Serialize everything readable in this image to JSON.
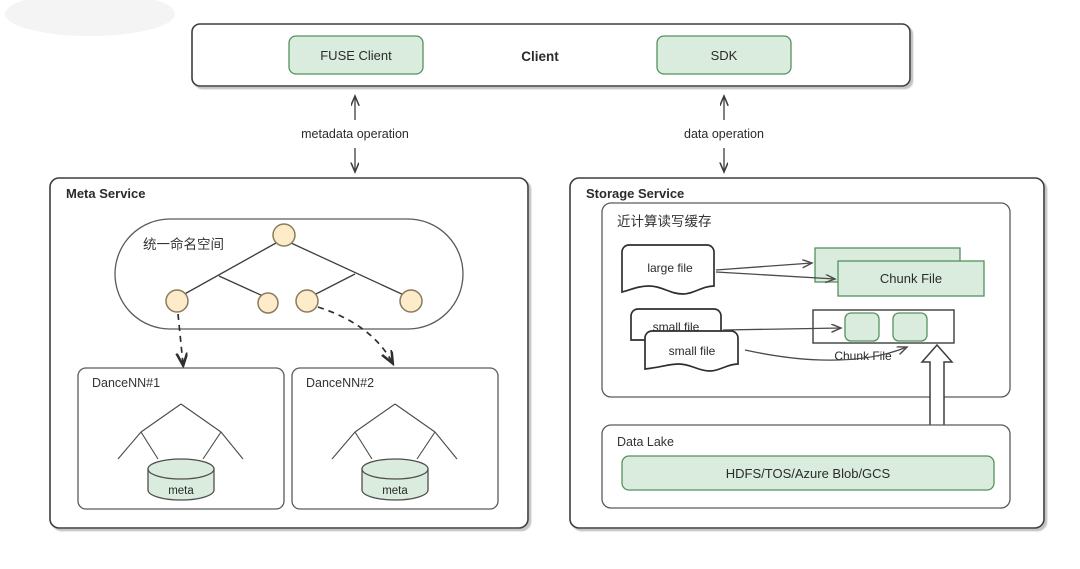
{
  "client": {
    "center_label": "Client",
    "boxes": [
      {
        "label": "FUSE Client"
      },
      {
        "label": "SDK"
      }
    ]
  },
  "connectors": [
    {
      "label": "metadata operation"
    },
    {
      "label": "data operation"
    }
  ],
  "meta_service": {
    "title": "Meta Service",
    "namespace": {
      "label": "统一命名空间"
    },
    "dancenn": [
      {
        "title": "DanceNN#1",
        "db_label": "meta"
      },
      {
        "title": "DanceNN#2",
        "db_label": "meta"
      }
    ]
  },
  "storage_service": {
    "title": "Storage Service",
    "cache": {
      "title": "近计算读写缓存",
      "large_file": {
        "label": "large file"
      },
      "small_files": [
        {
          "label": "small file"
        },
        {
          "label": "small file"
        }
      ],
      "chunk_file_large": {
        "label": "Chunk File"
      },
      "chunk_file_small": {
        "label": "Chunk File"
      }
    },
    "data_lake": {
      "title": "Data Lake",
      "backend": {
        "label": "HDFS/TOS/Azure Blob/GCS"
      }
    }
  },
  "colors": {
    "green_fill": "#d9ecdd",
    "green_stroke": "#55915f",
    "node_fill": "#fdebc9",
    "node_stroke": "#8a7b5a",
    "outline": "#3d3d3d",
    "background": "#ffffff"
  }
}
